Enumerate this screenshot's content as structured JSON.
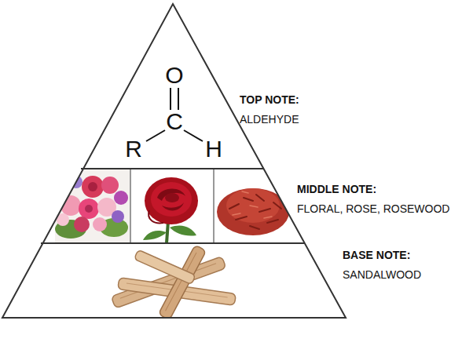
{
  "diagram": {
    "labels": [
      "O",
      "R",
      "C",
      "H",
      "TOP NOTE:",
      "ALDEHYDE",
      "MIDDLE NOTE:",
      "FLORAL, ROSE, ROSEWOOD",
      "BASE NOTE:",
      "SANDALWOOD"
    ]
  }
}
